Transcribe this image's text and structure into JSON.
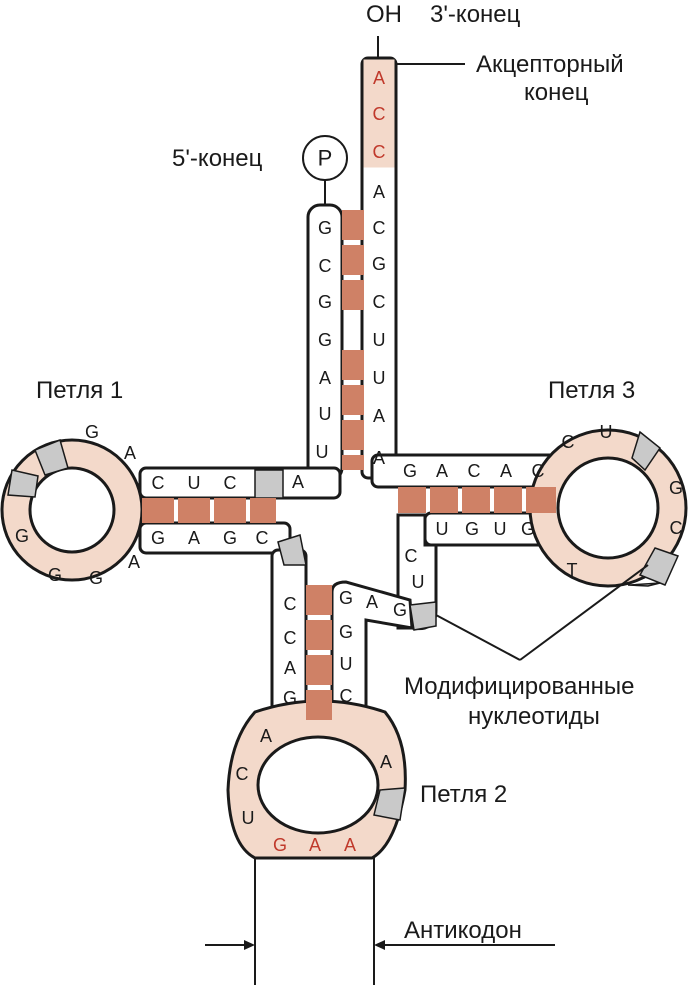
{
  "labels": {
    "oh": "OH",
    "three_end": "3'-конец",
    "acceptor": [
      "Акцепторный",
      "конец"
    ],
    "five_end": "5'-конец",
    "phosphate": "P",
    "loop1": "Петля 1",
    "loop2": "Петля 2",
    "loop3": "Петля 3",
    "modified": [
      "Модифицированные",
      "нуклеотиды"
    ],
    "anticodon": "Антикодон"
  },
  "nucleotides": {
    "acceptor_3prime": [
      "A",
      "C",
      "C",
      "A",
      "C",
      "G",
      "C",
      "U",
      "U",
      "A",
      "A"
    ],
    "acceptor_5prime": [
      "G",
      "C",
      "G",
      "G",
      "A",
      "U",
      "U",
      "A"
    ],
    "d_arm_top": [
      "C",
      "U",
      "C"
    ],
    "d_arm_bottom": [
      "G",
      "A",
      "G",
      "C"
    ],
    "d_loop": [
      "G",
      "A",
      "G",
      "G",
      "G",
      "A"
    ],
    "anticodon_left": [
      "C",
      "C",
      "A",
      "G"
    ],
    "anticodon_right": [
      "G",
      "A",
      "G",
      "G",
      "U",
      "C"
    ],
    "anticodon_loop": [
      "A",
      "C",
      "U",
      "A"
    ],
    "anticodon": [
      "G",
      "A",
      "A"
    ],
    "t_arm_top": [
      "G",
      "A",
      "C",
      "A",
      "C"
    ],
    "t_arm_bottom": [
      "U",
      "G",
      "U",
      "G"
    ],
    "t_variable": [
      "C",
      "U"
    ],
    "t_loop": [
      "C",
      "U",
      "G",
      "C",
      "T"
    ]
  },
  "colors": {
    "bond": "#cf8166",
    "loop_fill": "#f3d9ca",
    "modified": "#c9c9c9",
    "highlight_text": "#c0392b"
  }
}
